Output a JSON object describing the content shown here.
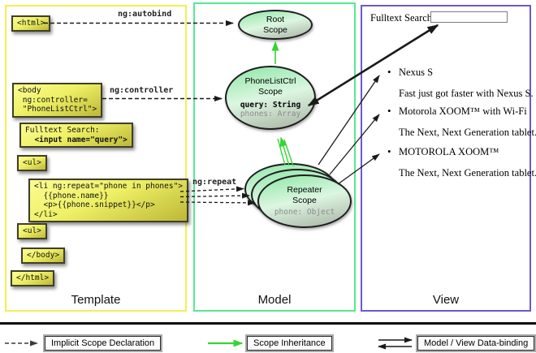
{
  "columns": {
    "template": {
      "label": "Template"
    },
    "model": {
      "label": "Model"
    },
    "view": {
      "label": "View"
    }
  },
  "template": {
    "boxes": {
      "html_open": "<html>",
      "body_open": "<body\n ng:controller=\n \"PhoneListCtrl\">",
      "fulltext_line1": "Fulltext Search:",
      "fulltext_line2": "  <input name=\"query\">",
      "ul_1": "<ul>",
      "li_repeat": "<li ng:repeat=\"phone in phones\">\n  {{phone.name}}\n  <p>{{phone.snippet}}</p>\n</li>",
      "ul_2": "<ul>",
      "body_close": "</body>",
      "html_close": "</html>"
    },
    "arrow_labels": {
      "autobind": "ng:autobind",
      "controller": "ng:controller",
      "repeat": "ng:repeat"
    }
  },
  "model": {
    "root_scope": {
      "name": "Root\nScope"
    },
    "phonelist_scope": {
      "name": "PhoneListCtrl\nScope",
      "prop_query": "query: String",
      "prop_phones": "phones: Array"
    },
    "repeater_scope": {
      "name": "Repeater\nScope",
      "prop_phone": "phone: Object"
    }
  },
  "view": {
    "fulltext_label": "Fulltext Search:",
    "search_value": "",
    "bullet": "•",
    "items": [
      {
        "title": "Nexus S",
        "desc": "Fast just got faster with Nexus S."
      },
      {
        "title": "Motorola XOOM™ with Wi-Fi",
        "desc": "The Next, Next Generation tablet."
      },
      {
        "title": "MOTOROLA XOOM™",
        "desc": "The Next, Next Generation tablet."
      }
    ]
  },
  "legend": {
    "implicit": "Implicit Scope Declaration",
    "inheritance": "Scope Inheritance",
    "binding": "Model / View Data-binding"
  },
  "colors": {
    "template_border": "#f2ef55",
    "model_border": "#57e992",
    "view_border": "#6b59ce",
    "inheritance_green": "#35d535",
    "arrow_black": "#1a1a1a"
  }
}
